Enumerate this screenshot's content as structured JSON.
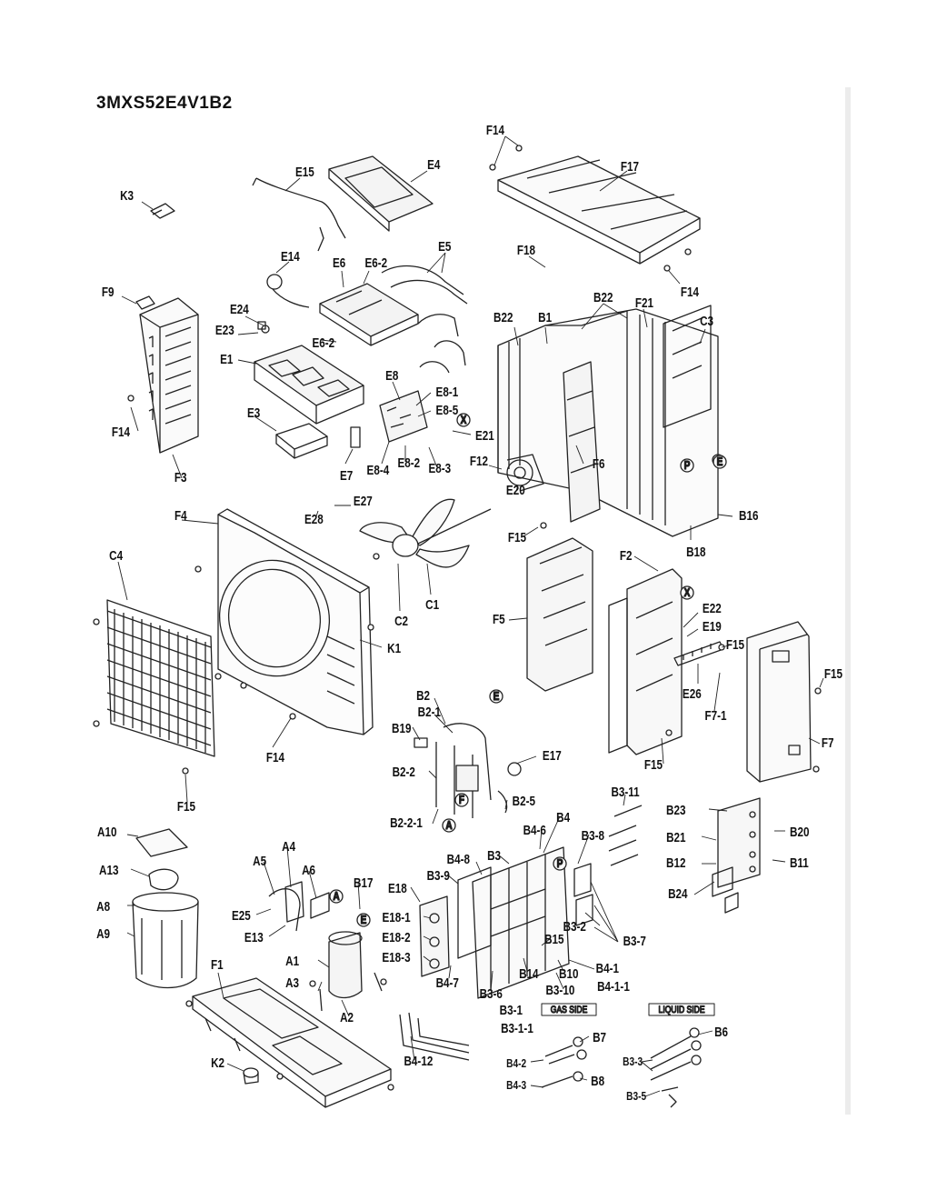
{
  "title": "3MXS52E4V1B2",
  "labels": {
    "F14_top": "F14",
    "F17": "F17",
    "E15": "E15",
    "E4": "E4",
    "K3": "K3",
    "E14": "E14",
    "E6": "E6",
    "E6_2": "E6-2",
    "E5": "E5",
    "F18": "F18",
    "F9": "F9",
    "F14_r": "F14",
    "E24": "E24",
    "B22a": "B22",
    "B22b": "B22",
    "B1": "B1",
    "F21": "F21",
    "C3": "C3",
    "E23": "E23",
    "E6_2b": "E6-2",
    "E1": "E1",
    "E8": "E8",
    "E8_1": "E8-1",
    "E8_5": "E8-5",
    "E21": "E21",
    "E3": "E3",
    "F14_l": "F14",
    "F12": "F12",
    "F6": "F6",
    "E8_4": "E8-4",
    "E8_2": "E8-2",
    "E8_3": "E8-3",
    "E7": "E7",
    "F3": "F3",
    "E27": "E27",
    "E20": "E20",
    "E28": "E28",
    "B16": "B16",
    "F4": "F4",
    "F15a": "F15",
    "B18": "B18",
    "C4": "C4",
    "F2": "F2",
    "C2": "C2",
    "C1": "C1",
    "F5": "F5",
    "E22": "E22",
    "E19": "E19",
    "K1": "K1",
    "F15b": "F15",
    "F15c": "F15",
    "E26": "E26",
    "F7_1": "F7-1",
    "B2": "B2",
    "B2_1": "B2-1",
    "B19": "B19",
    "F14_b": "F14",
    "E17": "E17",
    "F15d": "F15",
    "F7": "F7",
    "B2_2": "B2-2",
    "F15e": "F15",
    "B2_5": "B2-5",
    "B3_11": "B3-11",
    "B2_2_1": "B2-2-1",
    "B4": "B4",
    "B23": "B23",
    "A10": "A10",
    "B4_6": "B4-6",
    "B3_8": "B3-8",
    "B21": "B21",
    "B20": "B20",
    "A4": "A4",
    "B4_8": "B4-8",
    "B3": "B3",
    "A13": "A13",
    "A5": "A5",
    "A6": "A6",
    "B17": "B17",
    "B3_9": "B3-9",
    "B12": "B12",
    "B11": "B11",
    "E18": "E18",
    "A8": "A8",
    "E25": "E25",
    "B24": "B24",
    "E18_1": "E18-1",
    "A9": "A9",
    "E13": "E13",
    "E18_2": "E18-2",
    "B3_2": "B3-2",
    "B3_7": "B3-7",
    "E18_3": "E18-3",
    "B15": "B15",
    "A1": "A1",
    "F1": "F1",
    "B4_1": "B4-1",
    "A3": "A3",
    "B14": "B14",
    "B10": "B10",
    "B4_7": "B4-7",
    "B3_6": "B3-6",
    "B3_10": "B3-10",
    "B4_1_1": "B4-1-1",
    "A2": "A2",
    "B3_1": "B3-1",
    "B3_1_1": "B3-1-1",
    "B7": "B7",
    "B6": "B6",
    "K2": "K2",
    "B4_12": "B4-12",
    "B4_2": "B4-2",
    "B3_3": "B3-3",
    "B4_3": "B4-3",
    "B8": "B8",
    "B3_5": "B3-5"
  },
  "circle_marks": {
    "X1": "X",
    "X2": "X",
    "P1": "P",
    "P2": "P",
    "E1": "E",
    "E2": "E",
    "F1": "F",
    "A1": "A",
    "A2": "A",
    "E3": "E"
  },
  "sides": {
    "gas": "GAS SIDE",
    "liquid": "LIQUID SIDE"
  }
}
